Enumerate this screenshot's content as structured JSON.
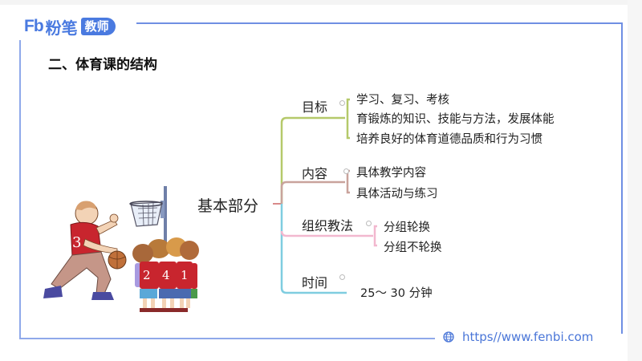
{
  "brand": {
    "logo_mark": "Fb",
    "name": "粉笔",
    "badge": "教师",
    "color": "#4a7ae0"
  },
  "slide": {
    "title": "二、体育课的结构",
    "illustration": "basketball-teacher-with-students",
    "illustration_jersey_numbers": [
      "3",
      "2",
      "4",
      "1"
    ]
  },
  "mindmap": {
    "center": "基本部分",
    "branches": [
      {
        "label": "目标",
        "color": "#b5c96a",
        "items": [
          "学习、复习、考核",
          "育锻炼的知识、技能与方法，发展体能",
          "培养良好的体育道德品质和行为习惯"
        ]
      },
      {
        "label": "内容",
        "color": "#c9a39c",
        "items": [
          "具体教学内容",
          "具体活动与练习"
        ]
      },
      {
        "label": "组织教法",
        "color": "#f2b8cf",
        "items": [
          "分组轮换",
          "分组不轮换"
        ]
      },
      {
        "label": "时间",
        "color": "#7fcde0",
        "items": [
          "25～ 30 分钟"
        ]
      }
    ]
  },
  "footer": {
    "url": "https//www.fenbi.com",
    "icon": "globe-icon"
  }
}
